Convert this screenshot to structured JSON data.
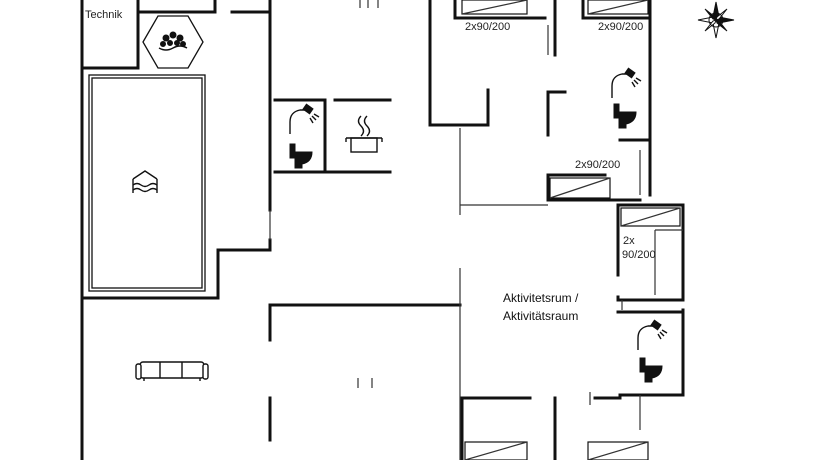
{
  "labels": {
    "technik": "Technik",
    "bed_top_left": "2x90/200",
    "bed_top_right": "2x90/200",
    "bed_mid": "2x90/200",
    "bed_right_a": "2x",
    "bed_right_b": "90/200",
    "activity_a": "Aktivitetsrum /",
    "activity_b": "Aktivitätsraum"
  },
  "icons": [
    "compass-rose-icon",
    "whirlpool-icon",
    "pool-icon",
    "shower-icon",
    "toilet-icon",
    "cooking-pot-icon",
    "sofa-icon"
  ]
}
